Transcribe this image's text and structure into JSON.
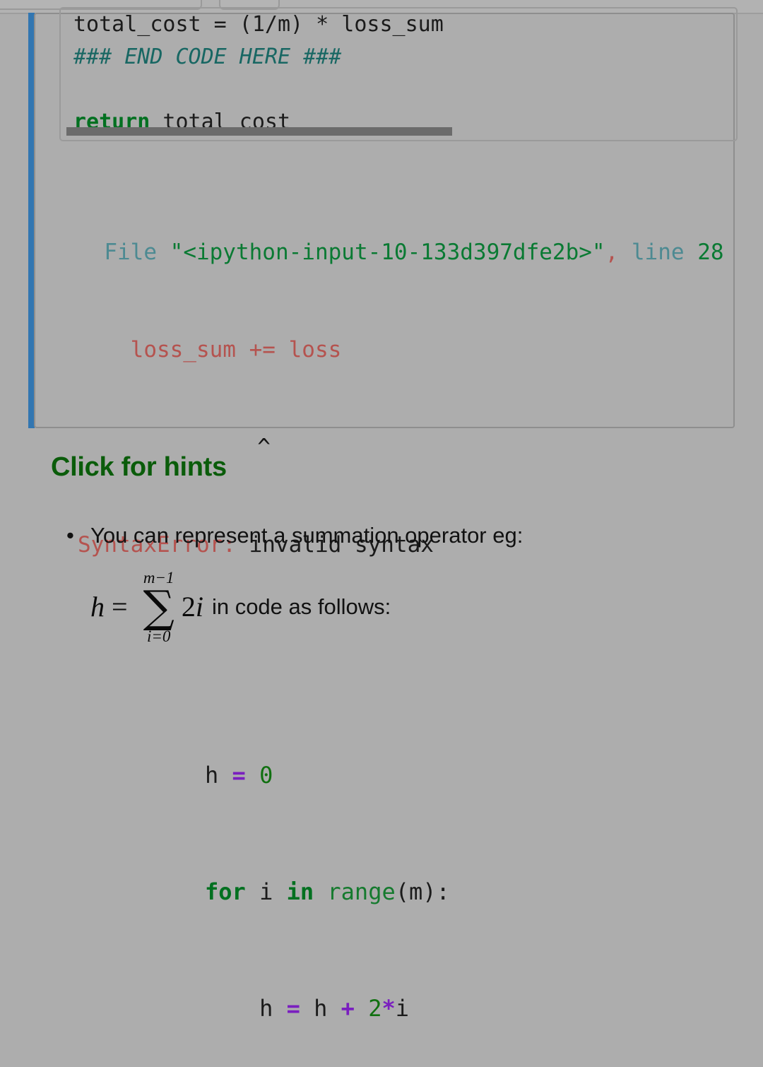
{
  "chrome": {
    "pill_left_label": "",
    "pill_right_label": ""
  },
  "cell": {
    "editor": {
      "clipped_line": "total_cost = (1/m) * loss_sum",
      "comment_line": "### END CODE HERE ###",
      "return_keyword": "return",
      "return_value": " total_cost",
      "scrollbar_name": "horizontal-scrollbar"
    },
    "output": {
      "file_keyword": "  File ",
      "file_path": "\"<ipython-input-10-133d397dfe2b>\"",
      "comma": ",",
      "line_keyword": " line ",
      "line_number": "28",
      "source_line": "    loss_sum += loss",
      "caret": "^",
      "error_type": "SyntaxError:",
      "error_message": " invalid syntax"
    }
  },
  "hints": {
    "heading": "Click for hints",
    "items": [
      {
        "bullet": "•",
        "text": "You can represent a summation operator eg:"
      }
    ],
    "formula": {
      "lhs": "h",
      "equals": "=",
      "sum_upper": "m−1",
      "sum_sign": "∑",
      "sum_lower": "i=0",
      "term_coeff": "2",
      "term_var": "i",
      "tail": "in code as follows:"
    },
    "code": {
      "line1": {
        "var": "h",
        "op": "=",
        "num": "0"
      },
      "line2": {
        "kw_for": "for",
        "var": "i",
        "kw_in": "in",
        "builtin": "range",
        "open": "(",
        "arg": "m",
        "close": "):"
      },
      "line3": {
        "var1": "h",
        "op1": "=",
        "var2": "h",
        "op2": "+",
        "num": "2",
        "op3": "*",
        "var3": "i"
      }
    }
  },
  "colors": {
    "background": "#adadad",
    "selection_bar": "#3276b1",
    "heading_green": "#0a5c0a",
    "comment_teal": "#186763",
    "keyword_green": "#007020",
    "operator_purple": "#7a1fbf",
    "error_red": "#b5534f",
    "path_green": "#0a7a33",
    "file_teal": "#4d8a92"
  }
}
